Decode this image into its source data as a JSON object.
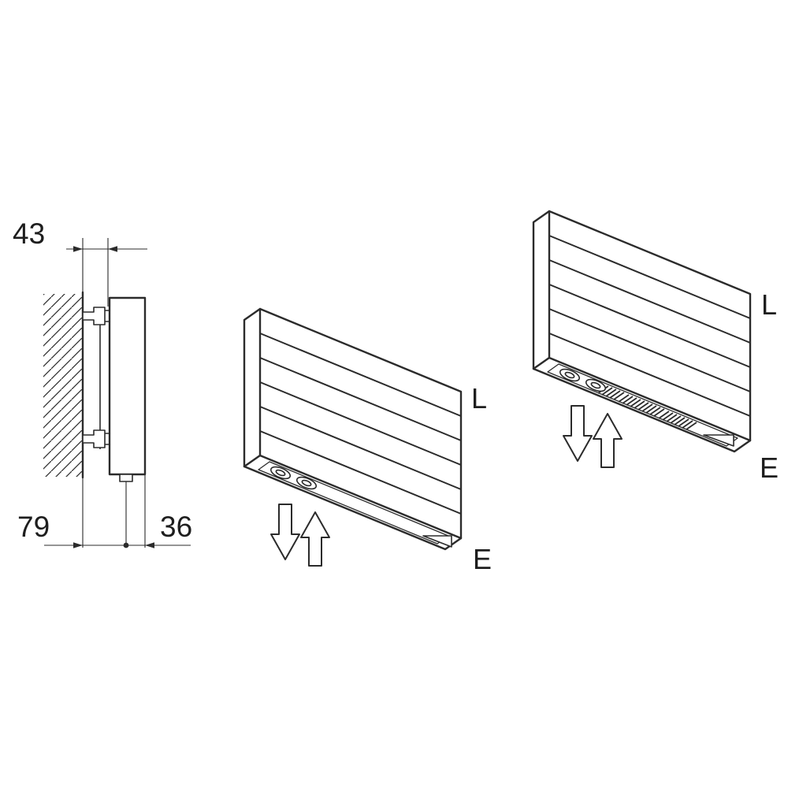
{
  "diagram": {
    "side_view": {
      "dim_top": "43",
      "dim_bottom_left": "79",
      "dim_bottom_right": "36"
    },
    "radiator_open": {
      "outlet_label": "L",
      "inlet_label": "E"
    },
    "radiator_grille": {
      "outlet_label": "L",
      "inlet_label": "E"
    },
    "icons": {
      "airflow_down": "down-arrow-icon",
      "airflow_up": "up-arrow-icon"
    },
    "colors": {
      "line": "#2b2b2b",
      "background": "#ffffff"
    }
  }
}
